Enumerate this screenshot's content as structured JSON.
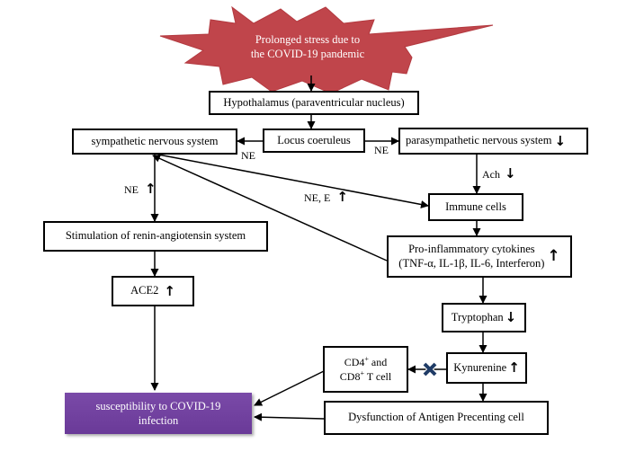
{
  "stressor": {
    "line1": "Prolonged stress due to",
    "line2": "the COVID-19 pandemic"
  },
  "nodes": {
    "hypothalamus": "Hypothalamus (paraventricular nucleus)",
    "locus": "Locus coeruleus",
    "sympathetic": "sympathetic nervous system",
    "parasympathetic": "parasympathetic nervous system",
    "renin": "Stimulation of renin-angiotensin system",
    "ace2": "ACE2",
    "immune": "Immune cells",
    "cytokines_line1": "Pro-inflammatory cytokines",
    "cytokines_line2": "(TNF-α, IL-1β, IL-6, Interferon)",
    "tryptophan": "Tryptophan",
    "kynurenine": "Kynurenine",
    "tcell_line1": "CD4",
    "tcell_sup1": "+",
    "tcell_and": " and",
    "tcell_line2": "CD8",
    "tcell_sup2": "+",
    "tcell_rest": " T cell",
    "apc": "Dysfunction of Antigen Precenting cell",
    "outcome_line1": "susceptibility to COVID-19",
    "outcome_line2": "infection"
  },
  "edge_labels": {
    "ne_left": "NE",
    "ne_right": "NE",
    "ne_down": "NE",
    "ne_e": "NE, E",
    "ach": "Ach"
  },
  "indicators": {
    "up": "↑",
    "down": "↓",
    "parasympathetic": "down",
    "ach": "down",
    "ne_down": "up",
    "ne_e": "up",
    "ace2": "up",
    "cytokines": "up",
    "tryptophan": "down",
    "kynurenine": "up"
  },
  "colors": {
    "stress_fill": "#c0454b",
    "outcome_fill": "#7048a0",
    "inhibit_mark": "#1f3b66"
  }
}
